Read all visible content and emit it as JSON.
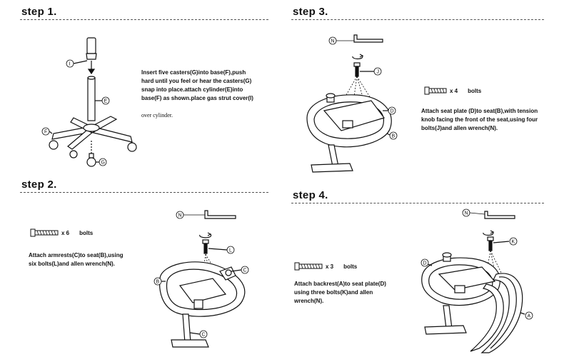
{
  "steps": {
    "step1": {
      "title": "step 1.",
      "text_bold": "Insert five casters(G)into base(F),push\nhard until you feel or hear the casters(G)\nsnap into place.attach cylinder(E)into\nbase(F) as shown.place gas strut cover(I)",
      "text_plain": "over cylinder.",
      "labels": {
        "i": "I",
        "e": "E",
        "f": "F",
        "g": "G"
      }
    },
    "step2": {
      "title": "step 2.",
      "bolt_qty": "x 6",
      "bolt_word": "bolts",
      "text": "Attach armrests(C)to seat(B),using\nsix bolts(L)and allen wrench(N).",
      "labels": {
        "n": "N",
        "l": "L",
        "c1": "C",
        "b": "B",
        "c2": "C"
      }
    },
    "step3": {
      "title": "step 3.",
      "bolt_qty": "x 4",
      "bolt_word": "bolts",
      "text": "Attach seat plate (D)to seat(B),with tension\nknob facing the front of the seat,using four\nbolts(J)and allen wrench(N).",
      "labels": {
        "n": "N",
        "j": "J",
        "d": "D",
        "b": "B"
      }
    },
    "step4": {
      "title": "step 4.",
      "bolt_qty": "x 3",
      "bolt_word": "bolts",
      "text": "Attach backrest(A)to seat plate(D)\nusing three bolts(K)and allen\nwrench(N).",
      "labels": {
        "n": "N",
        "k": "K",
        "d": "D",
        "a": "A"
      }
    }
  }
}
